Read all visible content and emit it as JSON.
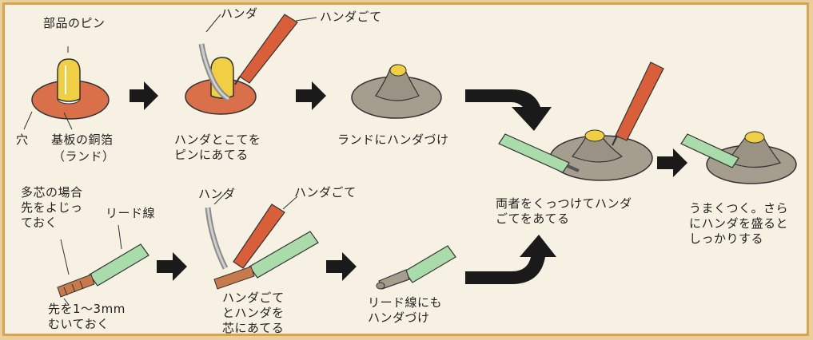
{
  "labels": {
    "component_pin": "部品のピン",
    "hole": "穴",
    "copper_foil": "基板の銅箔",
    "land": "（ランド）",
    "solder_1": "ハンダ",
    "iron_1": "ハンダごて",
    "step_touch_pin": "ハンダとこてを\nピンにあてる",
    "step_land_soldered": "ランドにハンダづけ",
    "step_join": "両者をくっつけてハンダ\nごてをあてる",
    "step_finish": "うまくつく。さら\nにハンダを盛ると\nしっかりする",
    "multicore": "多芯の場合\n先をよじっ\nておく",
    "lead_wire": "リード線",
    "solder_2": "ハンダ",
    "iron_2": "ハンダごて",
    "strip": "先を1〜3mm\nむいておく",
    "step_touch_core": "ハンダごて\nとハンダを\n芯にあてる",
    "step_lead_soldered": "リード線にも\nハンダづけ"
  },
  "colors": {
    "copper": "#d9704a",
    "pin": "#f0cf45",
    "solder_gray": "#a59e8e",
    "wire_green": "#a9dcaa",
    "iron_red": "#d95f3b",
    "arrow": "#1a1a1a",
    "border": "#d9a24e"
  }
}
